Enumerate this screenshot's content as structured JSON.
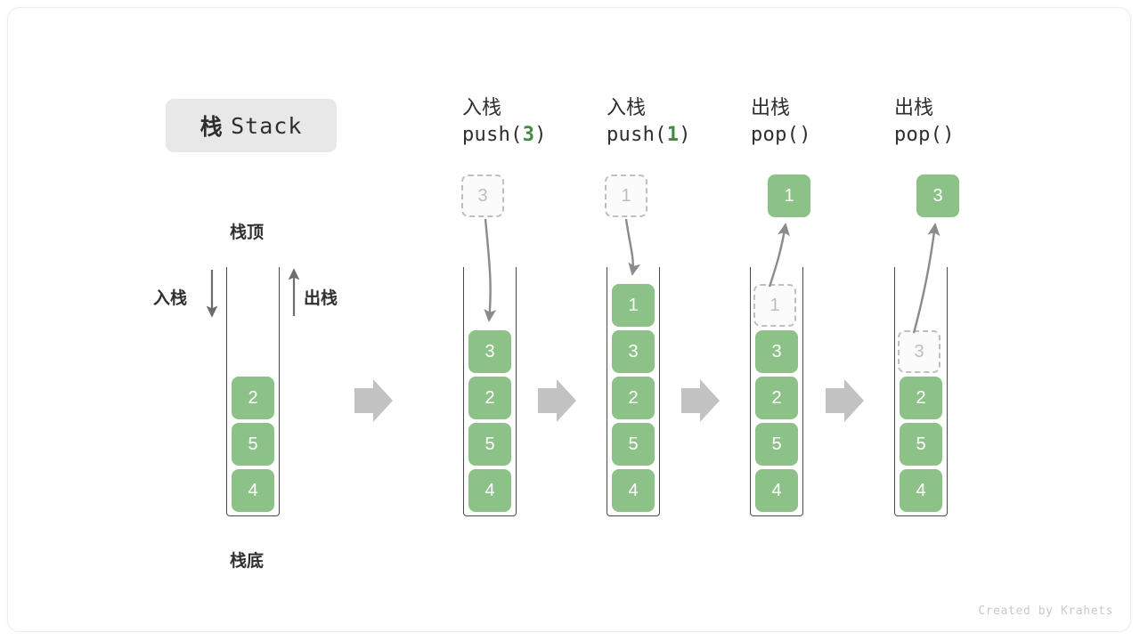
{
  "figure": {
    "title_cn": "栈",
    "title_en": "Stack",
    "credit": "Created by Krahets",
    "colors": {
      "cell_fill": "#8cc287",
      "cell_text": "#ffffff",
      "ghost_border": "#bfbfbf",
      "ghost_text": "#bdbdbd",
      "accent_green": "#3f8b3f",
      "arrow_gray": "#8b8b8b",
      "block_arrow_gray": "#c2c2c2",
      "chip_bg": "#e8e8e8",
      "frame_border": "#ececec"
    }
  },
  "legend": {
    "top_label": "栈顶",
    "bottom_label": "栈底",
    "push_label": "入栈",
    "pop_label": "出栈",
    "push_arrow_icon": "arrow-down-icon",
    "pop_arrow_icon": "arrow-up-icon"
  },
  "frames": [
    {
      "id": "initial",
      "caption_cn": "",
      "caption_code": "",
      "stack": [
        "2",
        "5",
        "4"
      ],
      "ghost_index": -1,
      "floating_cell": null,
      "floating_state": null
    },
    {
      "id": "push-3",
      "caption_cn": "入栈",
      "caption_code_prefix": "push(",
      "caption_code_arg": "3",
      "caption_code_suffix": ")",
      "stack": [
        "3",
        "2",
        "5",
        "4"
      ],
      "ghost_index": -1,
      "floating_cell": "3",
      "floating_state": "ghost",
      "arrow_direction": "down"
    },
    {
      "id": "push-1",
      "caption_cn": "入栈",
      "caption_code_prefix": "push(",
      "caption_code_arg": "1",
      "caption_code_suffix": ")",
      "stack": [
        "1",
        "3",
        "2",
        "5",
        "4"
      ],
      "ghost_index": -1,
      "floating_cell": "1",
      "floating_state": "ghost",
      "arrow_direction": "down"
    },
    {
      "id": "pop-1",
      "caption_cn": "出栈",
      "caption_code_prefix": "pop(",
      "caption_code_arg": "",
      "caption_code_suffix": ")",
      "stack": [
        "1",
        "3",
        "2",
        "5",
        "4"
      ],
      "ghost_index": 0,
      "floating_cell": "1",
      "floating_state": "solid",
      "arrow_direction": "up"
    },
    {
      "id": "pop-3",
      "caption_cn": "出栈",
      "caption_code_prefix": "pop(",
      "caption_code_arg": "",
      "caption_code_suffix": ")",
      "stack": [
        "3",
        "2",
        "5",
        "4"
      ],
      "ghost_index": 0,
      "floating_cell": "3",
      "floating_state": "solid",
      "arrow_direction": "up"
    }
  ],
  "flow_arrows": [
    {
      "icon": "block-arrow-right-icon"
    },
    {
      "icon": "block-arrow-right-icon"
    },
    {
      "icon": "block-arrow-right-icon"
    },
    {
      "icon": "block-arrow-right-icon"
    }
  ]
}
